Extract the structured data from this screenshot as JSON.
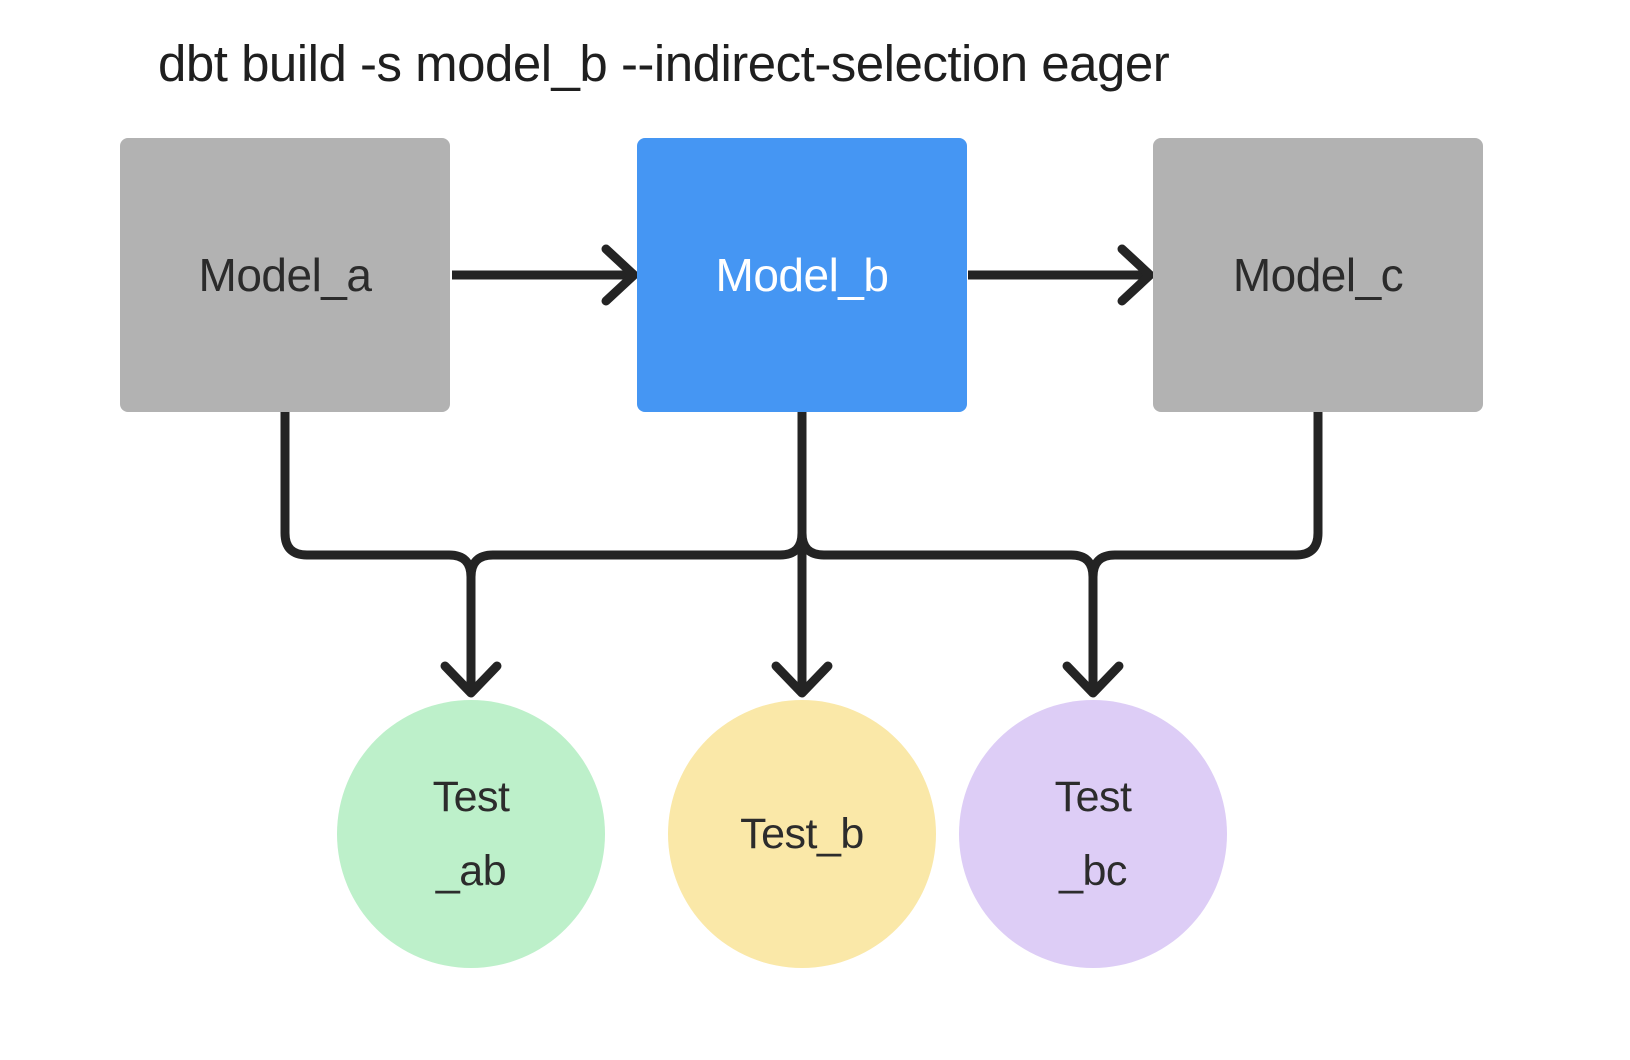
{
  "title": "dbt build -s model_b --indirect-selection eager",
  "colors": {
    "background": "#ffffff",
    "edge": "#242424",
    "model_default_fill": "#b2b2b2",
    "model_selected_fill": "#4596f3",
    "title_text": "#1f1f1f"
  },
  "models": [
    {
      "label": "Model_a",
      "fill": "#b2b2b2",
      "text_color": "#2b2b2b",
      "selected": false
    },
    {
      "label": "Model_b",
      "fill": "#4596f3",
      "text_color": "#ffffff",
      "selected": true
    },
    {
      "label": "Model_c",
      "fill": "#b2b2b2",
      "text_color": "#2b2b2b",
      "selected": false
    }
  ],
  "tests": [
    {
      "label_line1": "Test",
      "label_line2": "_ab",
      "fill": "#bdf0ca"
    },
    {
      "label_line1": "Test_b",
      "label_line2": "",
      "fill": "#fae8a8"
    },
    {
      "label_line1": "Test",
      "label_line2": "_bc",
      "fill": "#ddcdf6"
    }
  ],
  "edges": [
    {
      "from": "Model_a",
      "to": "Model_b"
    },
    {
      "from": "Model_b",
      "to": "Model_c"
    },
    {
      "from": "Model_a",
      "to": "Test_ab"
    },
    {
      "from": "Model_b",
      "to": "Test_ab"
    },
    {
      "from": "Model_b",
      "to": "Test_b"
    },
    {
      "from": "Model_b",
      "to": "Test_bc"
    },
    {
      "from": "Model_c",
      "to": "Test_bc"
    }
  ]
}
